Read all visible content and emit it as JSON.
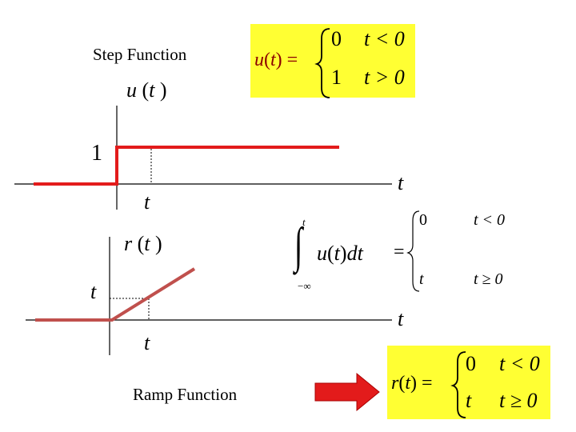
{
  "step": {
    "title": "Step Function",
    "ylabel_fn": "u",
    "ylabel_arg": "t",
    "level_label": "1",
    "x_axis_label": "t",
    "tick_label": "t",
    "definition": {
      "lhs_fn": "u",
      "lhs_arg": "t",
      "case1_value": "0",
      "case1_cond": "t < 0",
      "case2_value": "1",
      "case2_cond": "t > 0"
    },
    "colors": {
      "curve": "#e31b1b",
      "box": "#ffff33",
      "definition_text": "#8b0000"
    }
  },
  "ramp": {
    "title": "Ramp Function",
    "ylabel_fn": "r",
    "ylabel_arg": "t",
    "level_label": "t",
    "x_axis_label": "t",
    "tick_label": "t",
    "integral": {
      "upper_limit": "t",
      "lower_limit": "−∞",
      "integrand_fn": "u",
      "integrand_arg": "t",
      "differential": "dt",
      "equals": "=",
      "case1_value": "0",
      "case1_cond": "t < 0",
      "case2_value": "t",
      "case2_cond": "t ≥ 0"
    },
    "definition": {
      "lhs_fn": "r",
      "lhs_arg": "t",
      "case1_value": "0",
      "case1_cond": "t < 0",
      "case2_value": "t",
      "case2_cond": "t ≥ 0"
    },
    "colors": {
      "curve": "#c0504d",
      "box": "#ffff33",
      "arrow": "#e31b1b"
    }
  }
}
